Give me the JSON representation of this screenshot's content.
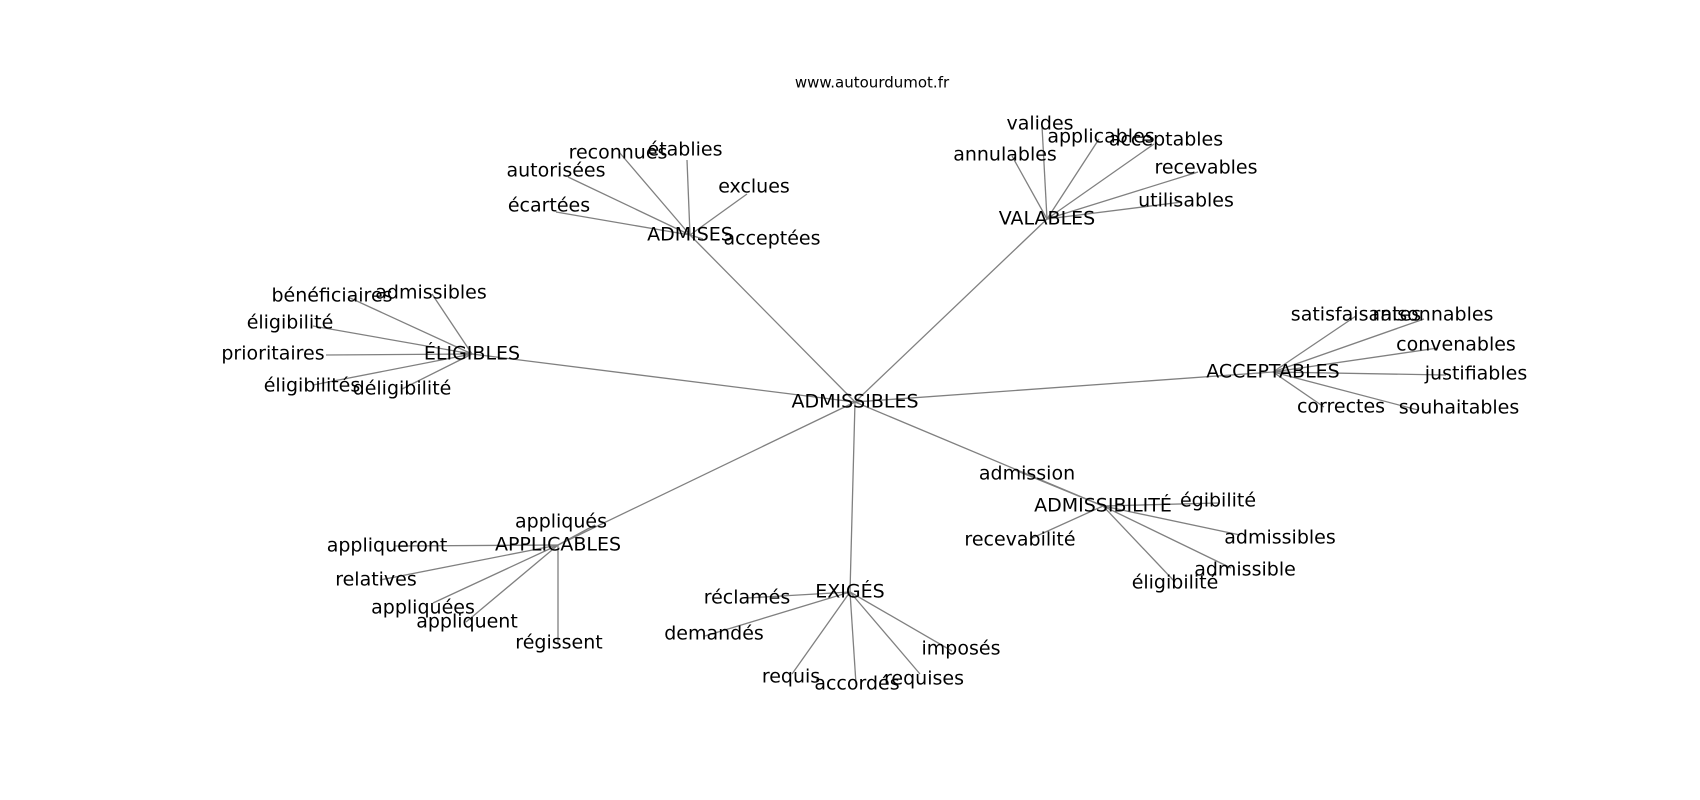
{
  "source_label": "www.autourdumot.fr",
  "root": "ADMISSIBLES",
  "groups": [
    {
      "hub": "ADMISES",
      "words": [
        "reconnues",
        "établies",
        "autorisées",
        "exclues",
        "écartées",
        "acceptées"
      ]
    },
    {
      "hub": "VALABLES",
      "words": [
        "valides",
        "applicables",
        "acceptables",
        "annulables",
        "recevables",
        "utilisables"
      ]
    },
    {
      "hub": "ÉLIGIBLES",
      "words": [
        "bénéficiaires",
        "admissibles",
        "éligibilité",
        "prioritaires",
        "éligibilités",
        "déligibilité"
      ]
    },
    {
      "hub": "ACCEPTABLES",
      "words": [
        "satisfaisantes",
        "raisonnables",
        "convenables",
        "justifiables",
        "correctes",
        "souhaitables"
      ]
    },
    {
      "hub": "APPLICABLES",
      "words": [
        "appliqués",
        "appliqueront",
        "relatives",
        "appliquées",
        "appliquent",
        "régissent"
      ]
    },
    {
      "hub": "EXIGÉS",
      "words": [
        "réclamés",
        "demandés",
        "imposés",
        "requis",
        "accordés",
        "requises"
      ]
    },
    {
      "hub": "ADMISSIBILITÉ",
      "words": [
        "admission",
        "égibilité",
        "recevabilité",
        "admissibles",
        "admissible",
        "éligibilité"
      ]
    }
  ]
}
